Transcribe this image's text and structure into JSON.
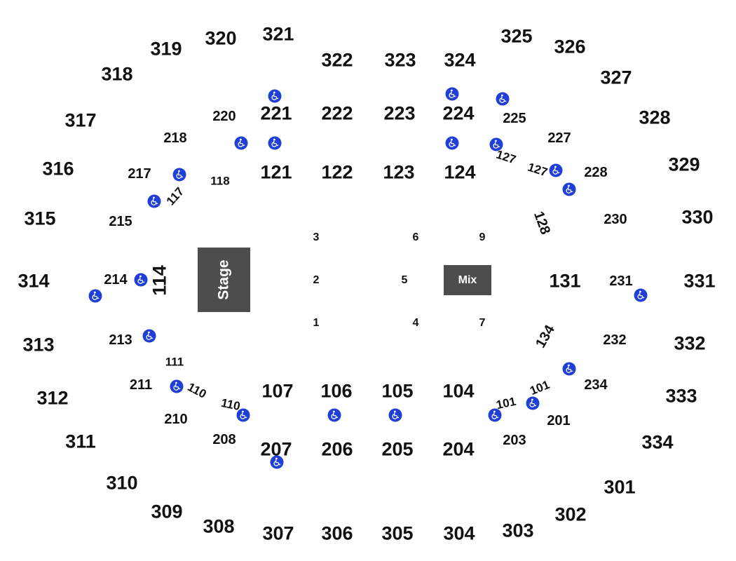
{
  "colors": {
    "section_text": "#111111",
    "block_fill": "#4d4d4d",
    "block_text": "#ffffff",
    "accessible_icon": "#1f3fd6"
  },
  "stage": {
    "label": "Stage"
  },
  "mix": {
    "label": "Mix"
  },
  "sections_300": [
    "319",
    "320",
    "321",
    "322",
    "323",
    "324",
    "325",
    "326",
    "318",
    "327",
    "317",
    "328",
    "316",
    "329",
    "315",
    "330",
    "314",
    "331",
    "313",
    "332",
    "312",
    "333",
    "311",
    "334",
    "310",
    "301",
    "309",
    "302",
    "308",
    "303",
    "307",
    "306",
    "305",
    "304"
  ],
  "sections_200": [
    "221",
    "222",
    "223",
    "224",
    "220",
    "225",
    "218",
    "227",
    "217",
    "228",
    "215",
    "230",
    "214",
    "231",
    "213",
    "232",
    "211",
    "234",
    "210",
    "201",
    "208",
    "203",
    "207",
    "206",
    "205",
    "204"
  ],
  "sections_100": [
    "121",
    "122",
    "123",
    "124",
    "118",
    "117",
    "127",
    "127",
    "128",
    "114",
    "131",
    "134",
    "111",
    "110",
    "110",
    "101",
    "101",
    "107",
    "106",
    "105",
    "104"
  ],
  "floor": [
    "3",
    "6",
    "9",
    "2",
    "5",
    "1",
    "4",
    "7"
  ],
  "accessible_icon_name": "wheelchair-accessible-icon",
  "accessible_icon_count": 23
}
